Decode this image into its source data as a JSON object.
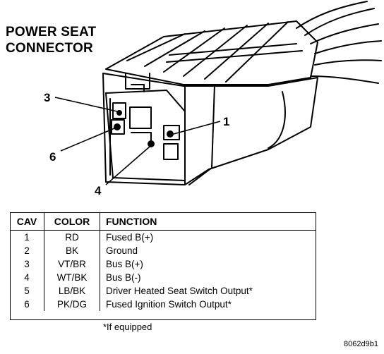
{
  "title": {
    "line1": "POWER SEAT",
    "line2": "CONNECTOR"
  },
  "callouts": [
    "3",
    "1",
    "6",
    "4"
  ],
  "table": {
    "headers": {
      "cav": "CAV",
      "color": "COLOR",
      "function": "FUNCTION"
    },
    "rows": [
      {
        "cav": "1",
        "color": "RD",
        "function": "Fused B(+)"
      },
      {
        "cav": "2",
        "color": "BK",
        "function": "Ground"
      },
      {
        "cav": "3",
        "color": "VT/BR",
        "function": "Bus B(+)"
      },
      {
        "cav": "4",
        "color": "WT/BK",
        "function": "Bus B(-)"
      },
      {
        "cav": "5",
        "color": "LB/BK",
        "function": "Driver Heated Seat Switch Output*"
      },
      {
        "cav": "6",
        "color": "PK/DG",
        "function": "Fused Ignition Switch Output*"
      }
    ]
  },
  "footnote": "*If equipped",
  "figure_id": "8062d9b1"
}
